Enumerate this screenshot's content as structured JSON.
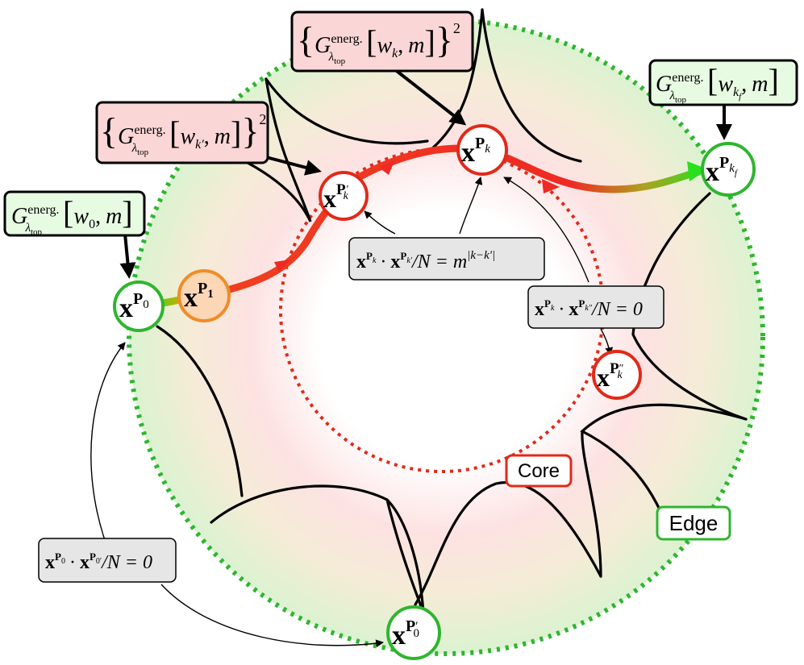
{
  "colors": {
    "edge": "#2fb52f",
    "core": "#e02a1a",
    "node_green_fill": "#ffffff",
    "node_red_fill": "#ffffff",
    "node_orange_fill": "#fbd7b6",
    "node_orange_stroke": "#f08c28",
    "box_green": "#e7fbe3",
    "box_pink": "#fad6d6",
    "box_gray": "#e6e6e6",
    "path_start": "#ff9a00",
    "path_end": "#28e01e"
  },
  "regions": {
    "core_label": "Core",
    "edge_label": "Edge"
  },
  "nodes": {
    "x_p0": {
      "base": "x",
      "sup": "P",
      "subsup": "0"
    },
    "x_p1": {
      "base": "x",
      "sup": "P",
      "subsup": "1"
    },
    "x_pk_prime": {
      "base": "x",
      "sup": "P",
      "subsup": "k",
      "prime": "′"
    },
    "x_pk": {
      "base": "x",
      "sup": "P",
      "subsup": "k"
    },
    "x_pkf": {
      "base": "x",
      "sup": "P",
      "subsup": "k",
      "subsub": "f"
    },
    "x_pk_dprime": {
      "base": "x",
      "sup": "P",
      "subsup": "k",
      "prime": "″"
    },
    "x_p0_prime": {
      "base": "x",
      "sup": "P",
      "subsup": "0",
      "prime": "′"
    }
  },
  "boxes": {
    "g_w0": {
      "G": "G",
      "sup": "energ.",
      "sub": "λ",
      "subsub": "top",
      "arg1": "w",
      "arg1_sub": "0",
      "arg2": "m",
      "sep": ",",
      "lbr": "[",
      "rbr": "]"
    },
    "g_wkf": {
      "G": "G",
      "sup": "energ.",
      "sub": "λ",
      "subsub": "top",
      "arg1": "w",
      "arg1_sub": "k",
      "arg1_subsub": "f",
      "arg2": "m",
      "sep": ",",
      "lbr": "[",
      "rbr": "]"
    },
    "g_wk_sq": {
      "G": "G",
      "sup": "energ.",
      "sub": "λ",
      "subsub": "top",
      "arg1": "w",
      "arg1_sub": "k",
      "arg2": "m",
      "sep": ",",
      "lbr": "[",
      "rbr": "]",
      "lcurly": "{",
      "rcurly": "}",
      "power": "2"
    },
    "g_wkprime_sq": {
      "G": "G",
      "sup": "energ.",
      "sub": "λ",
      "subsub": "top",
      "arg1": "w",
      "arg1_sub": "k′",
      "arg2": "m",
      "sep": ",",
      "lbr": "[",
      "rbr": "]",
      "lcurly": "{",
      "rcurly": "}",
      "power": "2"
    },
    "overlap_k_kprime": {
      "lhs_a": "x",
      "lhs_a_sup": "P",
      "lhs_a_sub": "k",
      "dot": "·",
      "lhs_b": "x",
      "lhs_b_sup": "P",
      "lhs_b_sub": "k′",
      "tail": "/N = m",
      "exp": "|k−k′|"
    },
    "overlap_k_kdprime": {
      "lhs_a": "x",
      "lhs_a_sup": "P",
      "lhs_a_sub": "k",
      "dot": "·",
      "lhs_b": "x",
      "lhs_b_sup": "P",
      "lhs_b_sub": "k″",
      "tail": "/N = 0"
    },
    "overlap_0_0prime": {
      "lhs_a": "x",
      "lhs_a_sup": "P",
      "lhs_a_sub": "0",
      "dot": "·",
      "lhs_b": "x",
      "lhs_b_sup": "P",
      "lhs_b_sub": "0′",
      "tail": "/N = 0"
    }
  }
}
